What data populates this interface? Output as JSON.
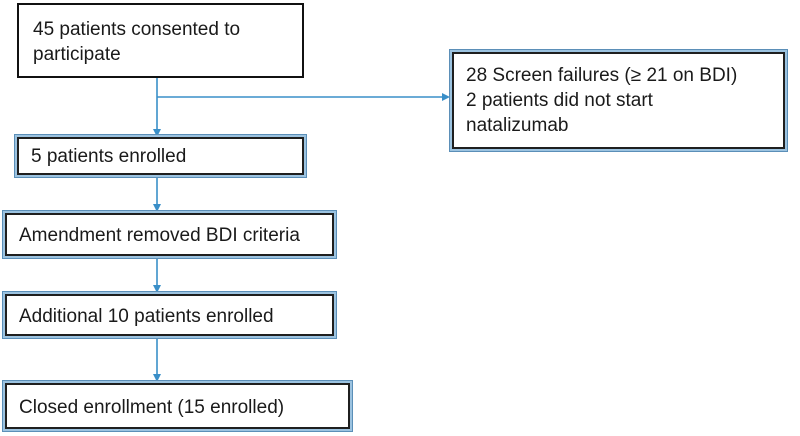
{
  "diagram": {
    "colors": {
      "arrow": "#3a8fc8",
      "box_border": "#111111",
      "box_frame": "#9cc3e0"
    },
    "boxes": {
      "consented": {
        "lines": [
          "45 patients consented to",
          "participate"
        ]
      },
      "failures": {
        "lines": [
          "28 Screen failures (≥ 21 on BDI)",
          "2 patients did not start",
          "natalizumab"
        ]
      },
      "enrolled": {
        "lines": [
          "5 patients enrolled"
        ]
      },
      "amendment": {
        "lines": [
          "Amendment removed BDI criteria"
        ]
      },
      "additional": {
        "lines": [
          "Additional 10 patients enrolled"
        ]
      },
      "closed": {
        "lines": [
          "Closed enrollment (15 enrolled)"
        ]
      }
    }
  }
}
